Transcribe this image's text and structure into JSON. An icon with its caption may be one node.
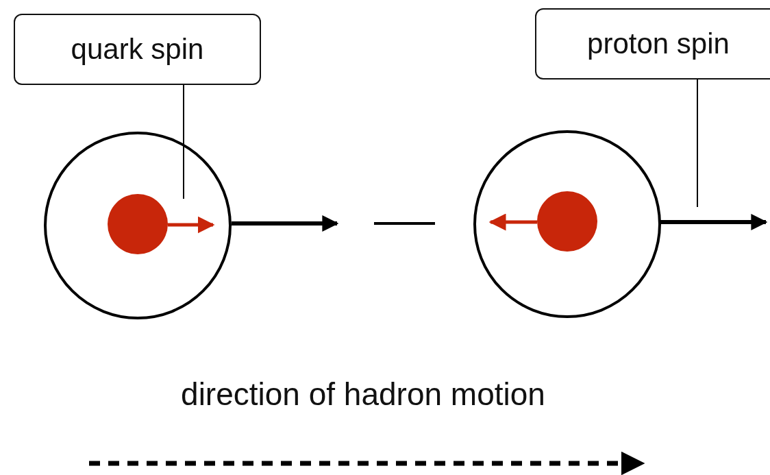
{
  "diagram": {
    "nodes": [
      {
        "text": [
          "quark spin"
        ]
      },
      {
        "text": [
          "proton spin"
        ]
      }
    ],
    "edges": [
      {
        "from": 0,
        "to": null,
        "arrow": "none"
      },
      {
        "from": 1,
        "to": null,
        "arrow": "none"
      }
    ],
    "labels": [
      "direction of hadron motion"
    ]
  }
}
